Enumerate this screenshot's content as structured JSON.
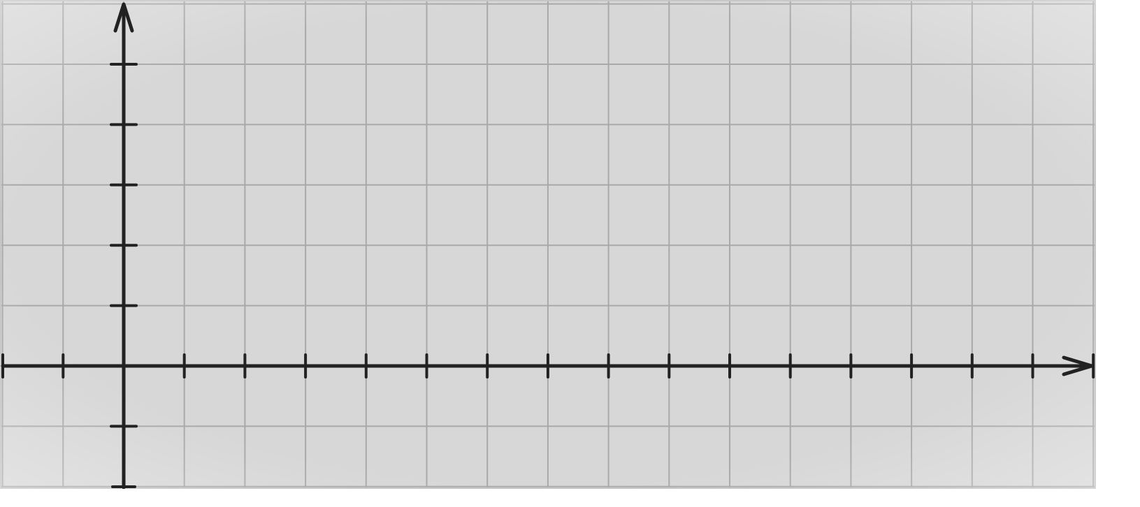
{
  "chart_data": {
    "type": "diagram",
    "x": {
      "min": -2,
      "max": 16,
      "ticks": [
        -1,
        1,
        2,
        3,
        4,
        5,
        6,
        7,
        8,
        9,
        10,
        11,
        12,
        13,
        14,
        15,
        16
      ],
      "arrow": true
    },
    "y": {
      "min": -2,
      "max": 6,
      "ticks": [
        -1,
        1,
        2,
        3,
        4,
        5
      ],
      "arrow": true
    },
    "grid": true
  },
  "colors": {
    "background": "#d7d7d7",
    "grid_line": "#a9a9a9",
    "axis": "#222222",
    "frame": "#c4c4c4"
  }
}
